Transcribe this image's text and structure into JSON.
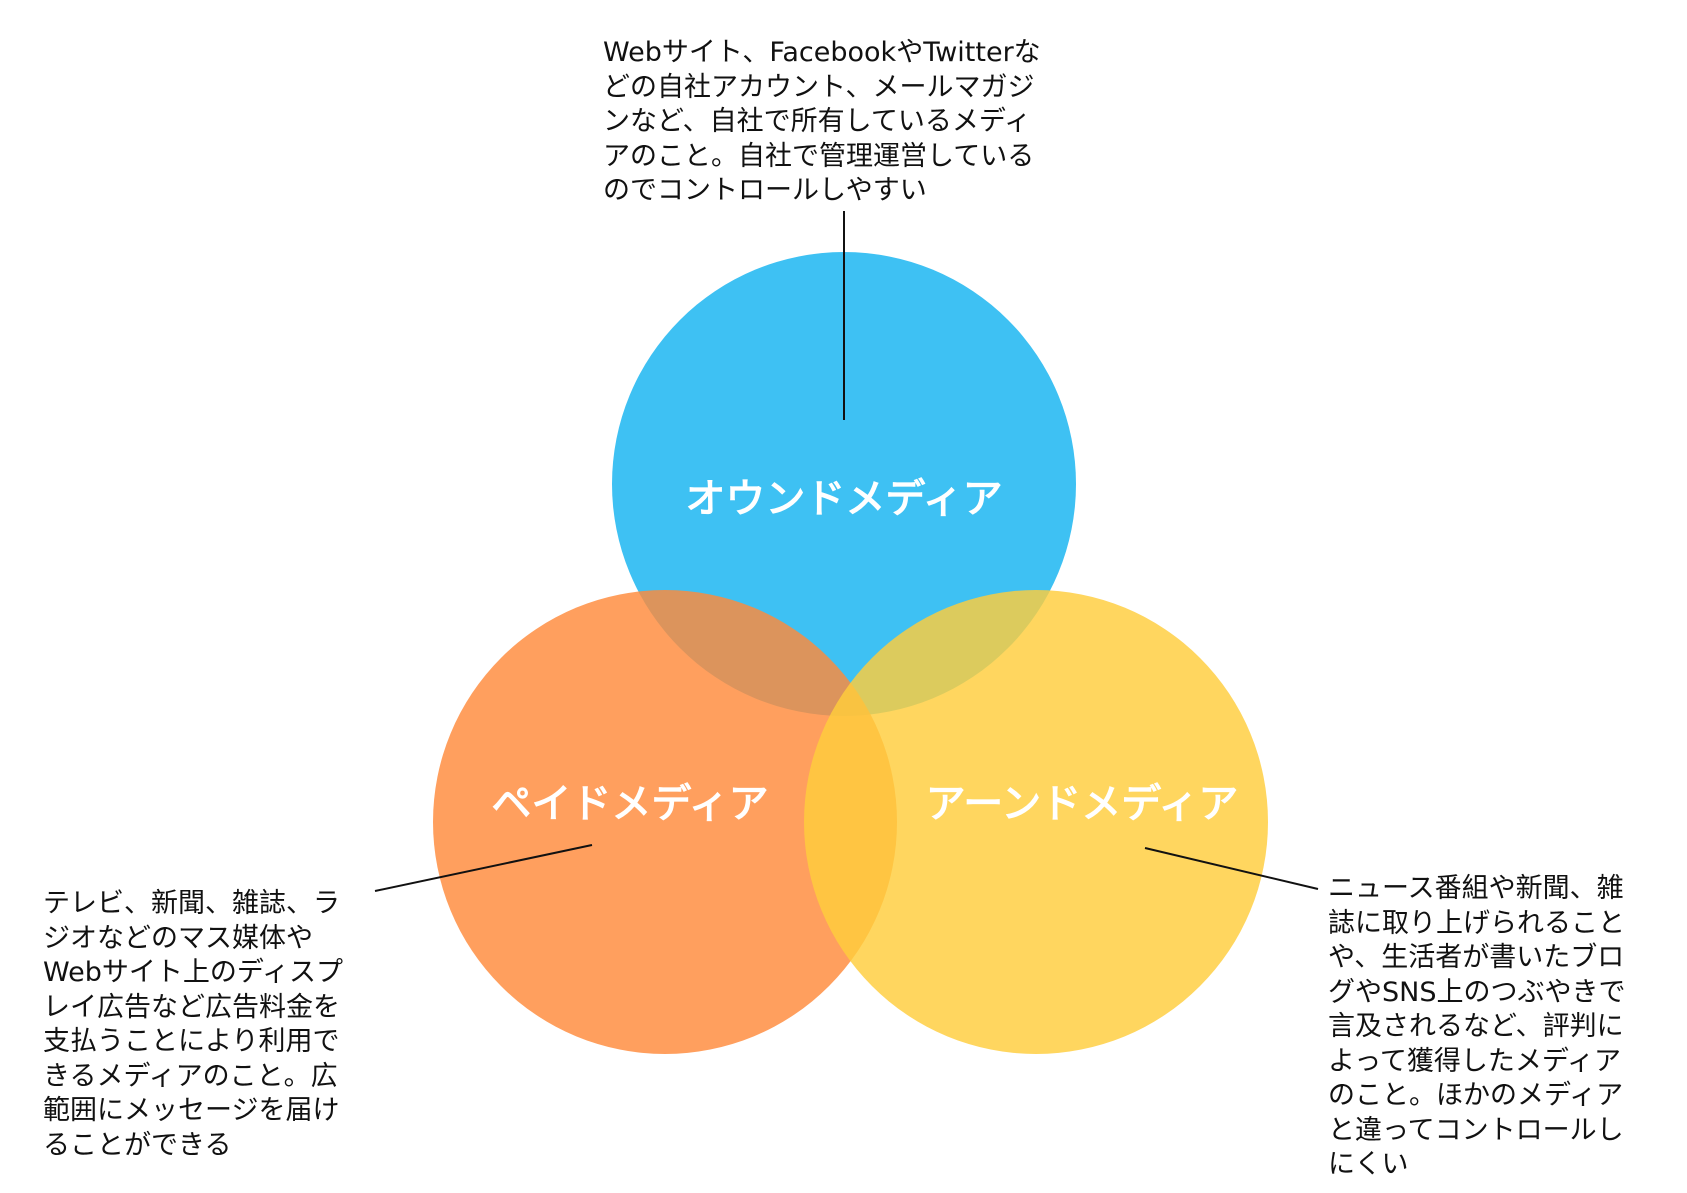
{
  "colors": {
    "owned": "#3EC1F3",
    "paid": "#FF8A3A",
    "earned": "#FFCD3C",
    "label_text": "#FFFFFF",
    "body_text": "#111111"
  },
  "circles": {
    "owned": {
      "label": "オウンドメディア",
      "description": "Webサイト、FacebookやTwitterな\nどの自社アカウント、メールマガジ\nンなど、自社で所有しているメディ\nアのこと。自社で管理運営している\nのでコントロールしやすい"
    },
    "paid": {
      "label": "ペイドメディア",
      "description": "テレビ、新聞、雑誌、ラ\nジオなどのマス媒体や\nWebサイト上のディスプ\nレイ広告など広告料金を\n支払うことにより利用で\nきるメディアのこと。広\n範囲にメッセージを届け\nることができる"
    },
    "earned": {
      "label": "アーンドメディア",
      "description": "ニュース番組や新聞、雑\n誌に取り上げられること\nや、生活者が書いたブロ\nグやSNS上のつぶやきで\n言及されるなど、評判に\nよって獲得したメディア\nのこと。ほかのメディア\nと違ってコントロールし\nにくい"
    }
  }
}
